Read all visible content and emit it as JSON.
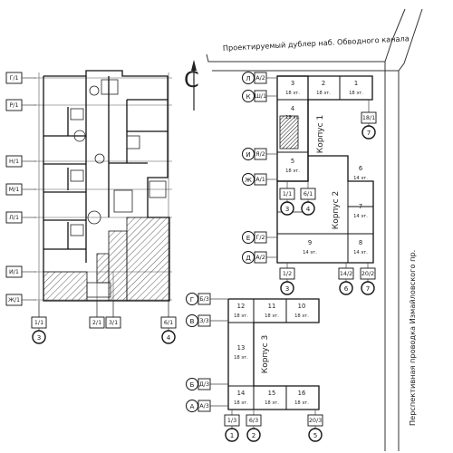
{
  "streets": {
    "top": "Проектируемый дублер наб. Обводного канала",
    "right": "Перспективная  проводка Измайловского пр."
  },
  "north_symbol": "С",
  "korpus": {
    "k1": "Корпус 1",
    "k2": "Корпус 2",
    "k3": "Корпус 3"
  },
  "floors": {
    "f18": "18 эт.",
    "f14": "14 эт."
  },
  "sections": {
    "s1": "1",
    "s2": "2",
    "s3": "3",
    "s4": "4",
    "s5": "5",
    "s6": "6",
    "s7": "7",
    "s8": "8",
    "s9": "9",
    "s10": "10",
    "s11": "11",
    "s12": "12",
    "s13": "13",
    "s14": "14",
    "s15": "15",
    "s16": "16"
  },
  "left_rows": [
    {
      "label": "Г/1"
    },
    {
      "label": "Р/1"
    },
    {
      "label": "Н/1"
    },
    {
      "label": "М/1"
    },
    {
      "label": "Л/1"
    },
    {
      "label": "И/1"
    },
    {
      "label": "Ж/1"
    }
  ],
  "left_bottom": [
    {
      "label": "1/1",
      "num": "3"
    },
    {
      "label": "2/1"
    },
    {
      "label": "3/1"
    },
    {
      "label": "6/1",
      "num": "4"
    }
  ],
  "k1_axes": [
    {
      "letter": "Л",
      "label": "А/2"
    },
    {
      "letter": "К",
      "label": "Ш/1"
    },
    {
      "letter": "И",
      "label": "Я/2"
    },
    {
      "letter": "Ж",
      "label": "А/1"
    }
  ],
  "k1_right": {
    "label": "18/1",
    "num": "7"
  },
  "k1_bottom": [
    {
      "label": "1/1",
      "num": "3"
    },
    {
      "label": "6/1",
      "num": "4"
    }
  ],
  "k2_axes": [
    {
      "letter": "Е",
      "label": "Г/2"
    },
    {
      "letter": "Д",
      "label": "А/2"
    }
  ],
  "k2_bottom": [
    {
      "label": "1/2",
      "num": "3"
    },
    {
      "label": "14/2",
      "num": "6"
    },
    {
      "label": "20/2",
      "num": "7"
    }
  ],
  "k3_axes": [
    {
      "letter": "Г",
      "label": "Б/3"
    },
    {
      "letter": "В",
      "label": "З/3"
    },
    {
      "letter": "Б",
      "label": "Д/3"
    },
    {
      "letter": "А",
      "label": "А/3"
    }
  ],
  "k3_bottom": [
    {
      "label": "1/3",
      "num": "1"
    },
    {
      "label": "6/3",
      "num": "2"
    },
    {
      "label": "20/3",
      "num": "5"
    }
  ]
}
